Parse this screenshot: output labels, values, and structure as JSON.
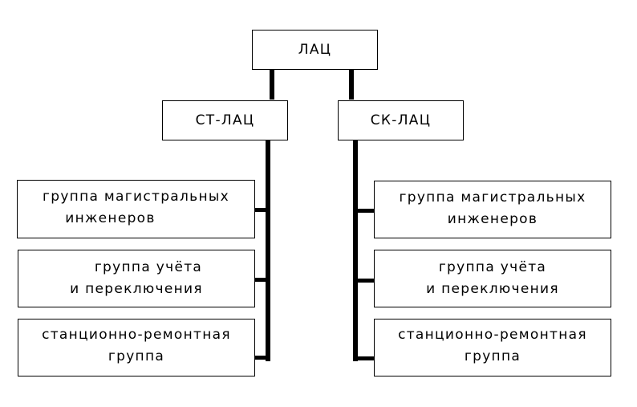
{
  "root": {
    "label": "ЛАЦ"
  },
  "branches": [
    {
      "label": "СТ-ЛАЦ",
      "groups": [
        {
          "lines": [
            "группа магистральных",
            "инженеров"
          ]
        },
        {
          "lines": [
            "группа учёта",
            "и переключения"
          ]
        },
        {
          "lines": [
            "станционно-ремонтная",
            "группа"
          ]
        }
      ]
    },
    {
      "label": "СК-ЛАЦ",
      "groups": [
        {
          "lines": [
            "группа магистральных",
            "инженеров"
          ]
        },
        {
          "lines": [
            "группа учёта",
            "и переключения"
          ]
        },
        {
          "lines": [
            "станционно-ремонтная",
            "группа"
          ]
        }
      ]
    }
  ]
}
